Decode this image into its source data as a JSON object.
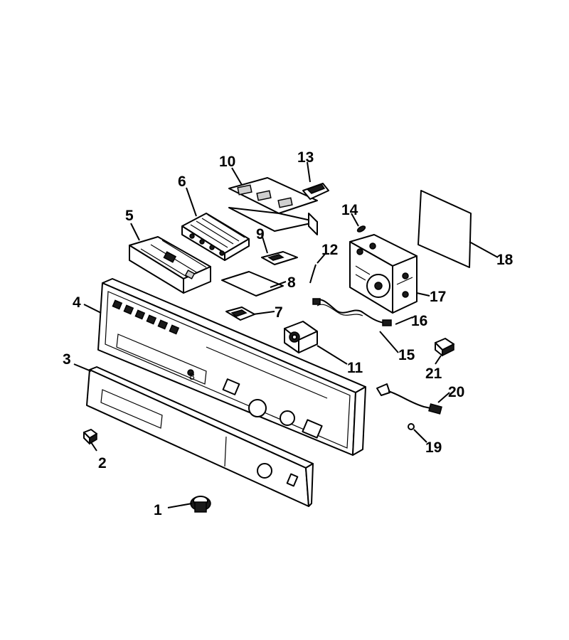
{
  "callouts": [
    {
      "id": "1",
      "label": "1"
    },
    {
      "id": "2",
      "label": "2"
    },
    {
      "id": "3",
      "label": "3"
    },
    {
      "id": "4",
      "label": "4"
    },
    {
      "id": "5",
      "label": "5"
    },
    {
      "id": "6",
      "label": "6"
    },
    {
      "id": "7",
      "label": "7"
    },
    {
      "id": "8",
      "label": "8"
    },
    {
      "id": "8b",
      "label": "8"
    },
    {
      "id": "9",
      "label": "9"
    },
    {
      "id": "10",
      "label": "10"
    },
    {
      "id": "11",
      "label": "11"
    },
    {
      "id": "12",
      "label": "12"
    },
    {
      "id": "13",
      "label": "13"
    },
    {
      "id": "14",
      "label": "14"
    },
    {
      "id": "15",
      "label": "15"
    },
    {
      "id": "16",
      "label": "16"
    },
    {
      "id": "17",
      "label": "17"
    },
    {
      "id": "18",
      "label": "18"
    },
    {
      "id": "19",
      "label": "19"
    },
    {
      "id": "20",
      "label": "20"
    },
    {
      "id": "21",
      "label": "21"
    }
  ],
  "colors": {
    "ink": "#000000",
    "background": "#ffffff"
  }
}
